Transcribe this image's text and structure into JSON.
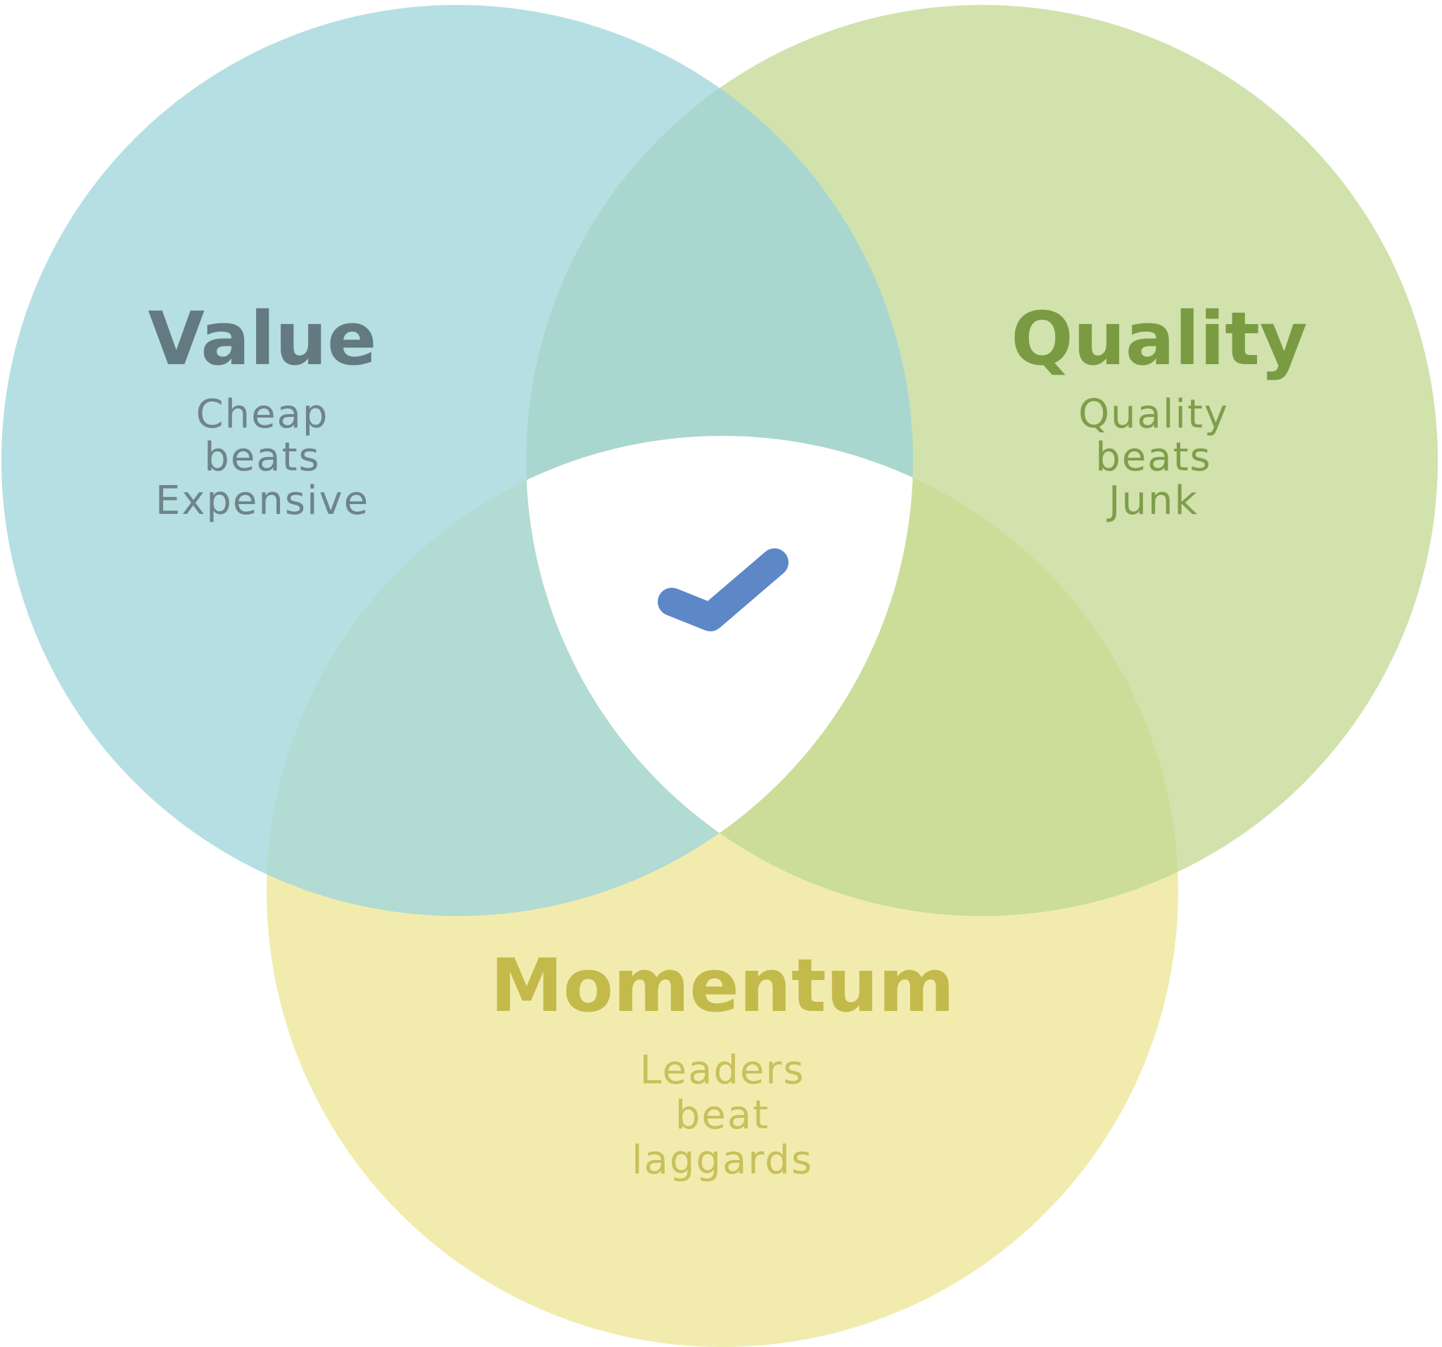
{
  "venn": {
    "sets": [
      {
        "key": "value",
        "title": "Value",
        "lines": [
          "Cheap",
          "beats",
          "Expensive"
        ],
        "fill": "#b5dfe3",
        "title_color": "#637a80",
        "text_color": "#6f8489"
      },
      {
        "key": "quality",
        "title": "Quality",
        "lines": [
          "Quality",
          "beats",
          "Junk"
        ],
        "fill": "#d1e2ad",
        "title_color": "#7a9b42",
        "text_color": "#7e9e4a"
      },
      {
        "key": "momentum",
        "title": "Momentum",
        "lines": [
          "Leaders",
          "beat",
          "laggards"
        ],
        "fill": "#f1ecae",
        "title_color": "#c4ba4b",
        "text_color": "#c9c05b"
      }
    ],
    "overlaps": {
      "value_quality": "#a9d7d0",
      "value_momentum": "#b1dbd3",
      "quality_momentum": "#cbdd98",
      "center": "#ffffff"
    },
    "center_icon": {
      "name": "trend-up-icon",
      "color": "#5d87c6"
    }
  }
}
